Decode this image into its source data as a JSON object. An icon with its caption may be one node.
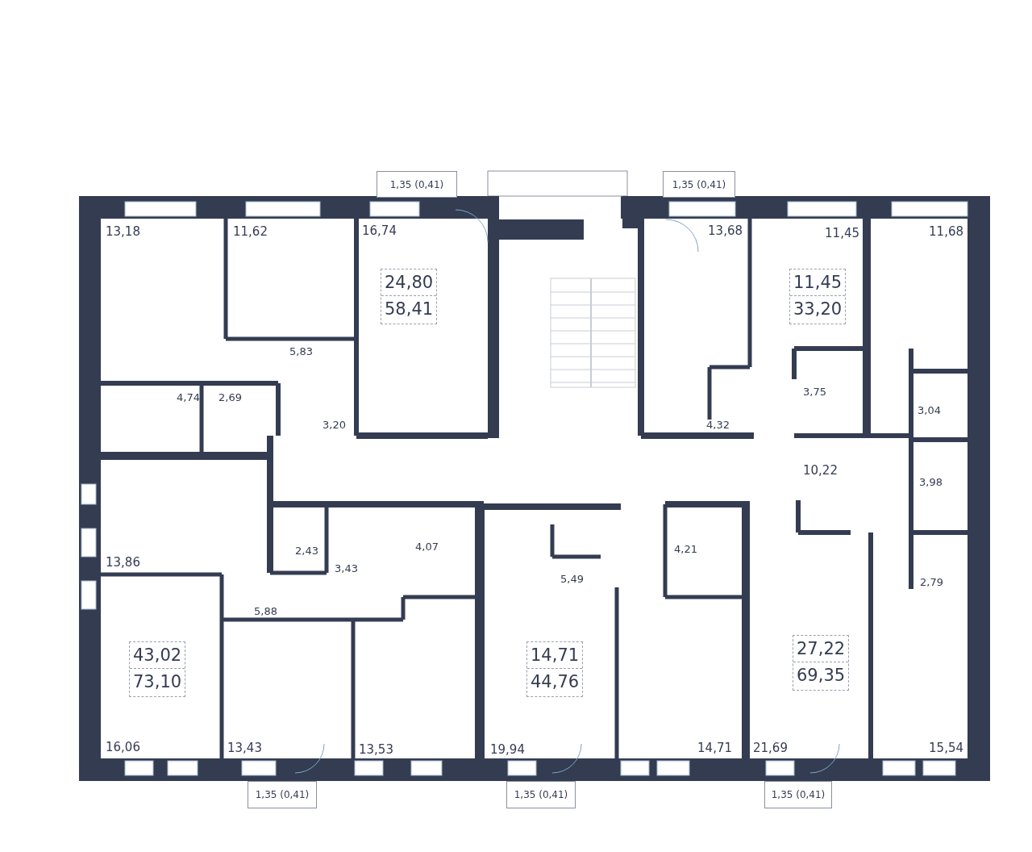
{
  "diagram": {
    "nodes": [
      {
        "text": [
          "1,35 (0,41)"
        ]
      },
      {
        "text": [
          "1,35 (0,41)"
        ]
      },
      {
        "text": [
          "24,80",
          "58,41"
        ]
      },
      {
        "text": [
          "11,45",
          "33,20"
        ]
      },
      {
        "text": [
          "27,22",
          "69,35"
        ]
      },
      {
        "text": [
          "43,02",
          "73,10"
        ]
      },
      {
        "text": [
          "14,71",
          "44,76"
        ]
      },
      {
        "text": [
          "1,35 (0,41)"
        ]
      },
      {
        "text": [
          "1,35 (0,41)"
        ]
      },
      {
        "text": [
          "1,35 (0,41)"
        ]
      }
    ],
    "edges": [],
    "labels": [
      "16,74",
      "13,68",
      "13,18",
      "11,62",
      "11,68",
      "11,45",
      "5,83",
      "3,75",
      "4,74",
      "2,69",
      "3,04",
      "3,20",
      "4,32",
      "10,22",
      "3,98",
      "4,07",
      "4,21",
      "2,43",
      "13,86",
      "3,43",
      "5,49",
      "2,79",
      "5,88",
      "16,06",
      "13,43",
      "21,69",
      "14,71",
      "13,53",
      "19,94",
      "15,54"
    ]
  }
}
